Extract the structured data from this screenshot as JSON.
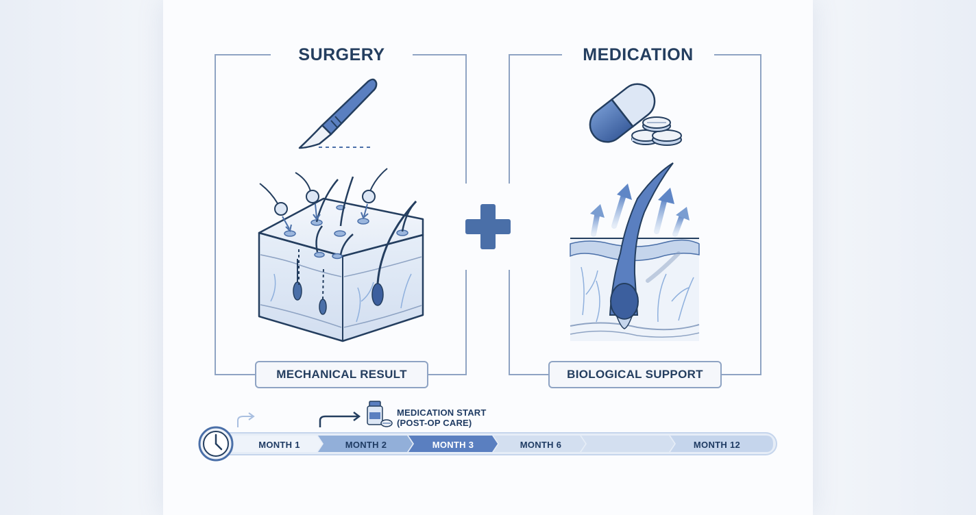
{
  "panels": {
    "surgery": {
      "title": "SURGERY",
      "label": "MECHANICAL RESULT"
    },
    "medication": {
      "title": "MEDICATION",
      "label": "BIOLOGICAL SUPPORT"
    }
  },
  "timeline": {
    "months": [
      "MONTH 1",
      "MONTH 2",
      "MONTH 3",
      "MONTH 6",
      "",
      "MONTH 12"
    ],
    "highlighted_month": "MONTH 3",
    "annotation": {
      "line1": "MEDICATION START",
      "line2": "(POST-OP CARE)"
    }
  },
  "icons": [
    "scalpel-icon",
    "skin-graft-icon",
    "capsule-icon",
    "tablets-icon",
    "hair-follicle-icon",
    "plus-icon",
    "clock-icon",
    "medicine-bottle-icon"
  ],
  "colors": {
    "primary": "#4a6fa8",
    "dark": "#243e5f",
    "light_blue": "#c5d5ec",
    "outline": "#8ea3c3",
    "highlight": "#5a7fc0"
  }
}
